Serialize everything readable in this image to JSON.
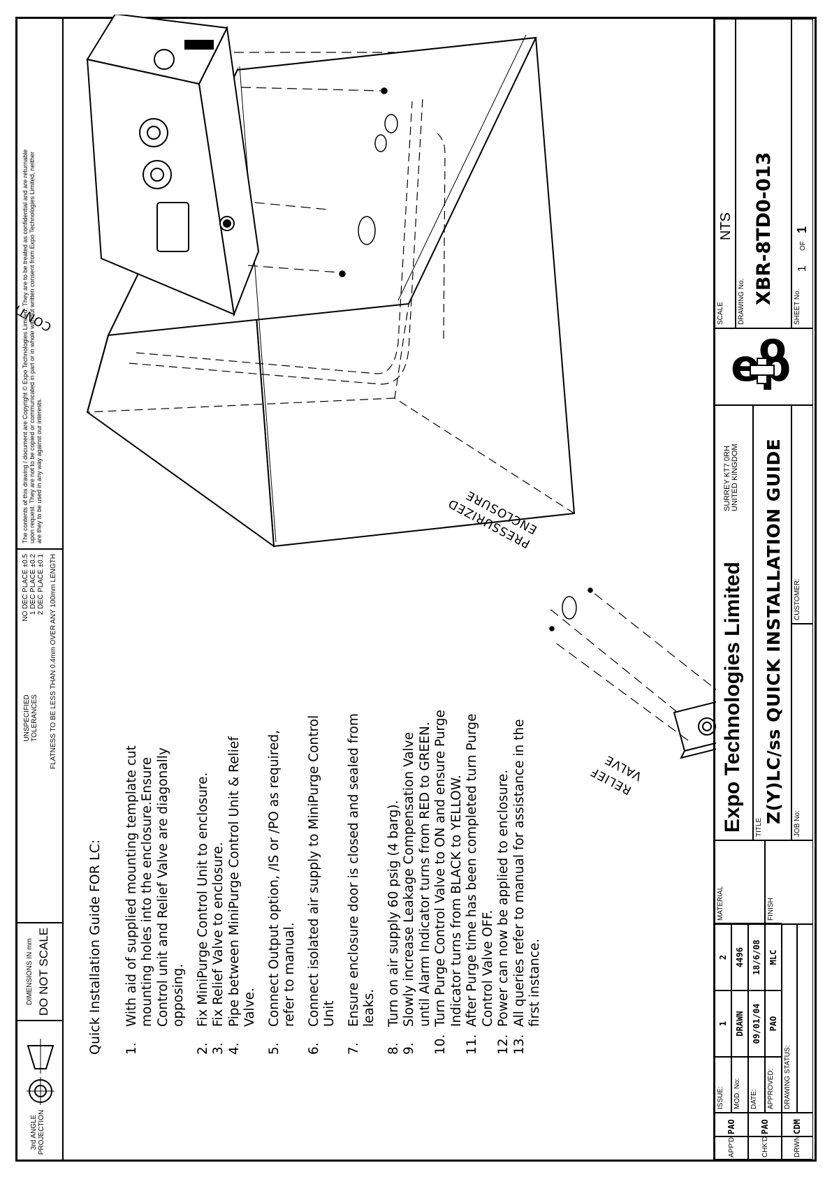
{
  "header": {
    "projection": [
      "3rd ANGLE",
      "PROJECTION"
    ],
    "dimensions_note": "DIMENSIONS IN mm",
    "do_not_scale": "DO NOT SCALE",
    "tolerances_label": [
      "UNSPECIFIED",
      "TOLERANCES"
    ],
    "tolerances_values": [
      "NO DEC PLACE ±0.5",
      "1 DEC PLACE ±0.2",
      "2 DEC PLACE ±0.1"
    ],
    "flatness": "FLATNESS TO BE LESS THAN 0.4mm OVER ANY 100mm LENGTH",
    "copyright": [
      "The contents of this drawing / document are Copyright  © Expo Technologies Limited.  They are to be treated as confidential and are returnable",
      "upon request.  They are not to be copied or communicated in part or in whole without written consent from Expo Technologies Limited, neither",
      "are they to be used in any way against our interests."
    ]
  },
  "guide": {
    "title": "Quick Installation Guide FOR LC:",
    "steps": [
      {
        "n": "1.",
        "lines": [
          "With aid of supplied mounting template cut",
          "mounting holes into the  enclosure.Ensure",
          "Control unit and Relief Valve are diagonally",
          "opposing."
        ]
      },
      {
        "n": "2.",
        "lines": [
          "Fix MiniPurge Control Unit to enclosure."
        ]
      },
      {
        "n": "3.",
        "lines": [
          "Fix Relief Valve to enclosure."
        ]
      },
      {
        "n": "4.",
        "lines": [
          "Pipe between MiniPurge Control Unit & Relief",
          "Valve."
        ]
      },
      {
        "n": "5.",
        "lines": [
          "Connect Output option, /IS or /PO as required,",
          "refer to manual."
        ]
      },
      {
        "n": "6.",
        "lines": [
          "Connect isolated air supply to MiniPurge Control",
          "Unit"
        ]
      },
      {
        "n": "7.",
        "lines": [
          "Ensure enclosure door is closed and sealed from",
          "leaks."
        ]
      },
      {
        "n": "8.",
        "lines": [
          "Turn on air supply 60 psig (4 barg)."
        ]
      },
      {
        "n": "9.",
        "lines": [
          "Slowly increase Leakage Compensation Valve",
          "until Alarm Indicator turns from RED to GREEN."
        ]
      },
      {
        "n": "10.",
        "lines": [
          "Turn Purge Control Valve to ON and ensure Purge",
          "Indicator turns from BLACK to YELLOW."
        ]
      },
      {
        "n": "11.",
        "lines": [
          "After Purge time has been completed turn Purge",
          "Control Valve OFF."
        ]
      },
      {
        "n": "12.",
        "lines": [
          "Power can now be applied to enclosure."
        ]
      },
      {
        "n": "13.",
        "lines": [
          "All queries refer to manual for assistance in the",
          "first instance."
        ]
      }
    ]
  },
  "labels": {
    "control_unit": "CONTROL UNIT",
    "relief_valve": [
      "RELIEF",
      "VALVE"
    ],
    "enclosure": [
      "PRESSURIZED",
      "ENCLOSURE"
    ]
  },
  "title_block": {
    "roles": [
      {
        "role": "APP'D",
        "initials": "PAO"
      },
      {
        "role": "CHK'D",
        "initials": "PAO"
      },
      {
        "role": "DRWN",
        "initials": "CDM"
      }
    ],
    "issue_label": "ISSUE:",
    "mod_label": "MOD. No:",
    "date_label": "DATE:",
    "approved_label": "APPROVED:",
    "status_label": "DRAWING STATUS:",
    "revisions": [
      {
        "issue": "1",
        "mod": "DRAWN",
        "date": "09/01/04",
        "approved": "PAO"
      },
      {
        "issue": "2",
        "mod": "4496",
        "date": "18/6/08",
        "approved": "MLC"
      }
    ],
    "material_label": "MATERIAL",
    "finish_label": "FINISH",
    "company": "Expo Technologies Limited",
    "address": [
      "SURREY  KT7 0RH",
      "UNITED KINGDOM"
    ],
    "title_label": "TITLE",
    "title": "Z(Y)LC/ss QUICK INSTALLATION GUIDE",
    "job_label": "JOB No:",
    "customer_label": "CUSTOMER:",
    "scale_label": "SCALE",
    "scale": "NTS",
    "drawing_no_label": "DRAWING No.",
    "drawing_no": "XBR-8TD0-013",
    "sheet_label": "SHEET No.",
    "sheet_no": "1",
    "of_label": "OF",
    "sheet_total": "1"
  }
}
